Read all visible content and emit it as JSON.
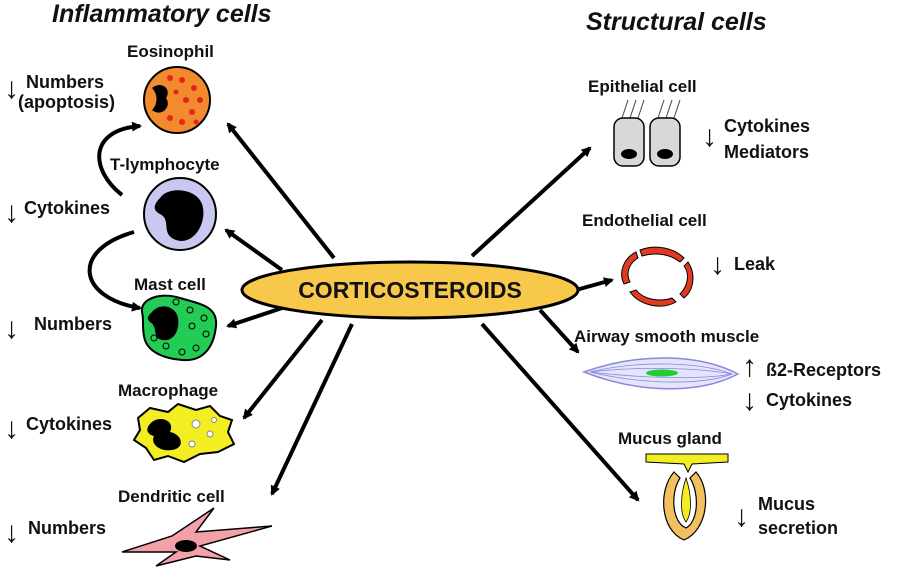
{
  "headings": {
    "left": "Inflammatory cells",
    "right": "Structural cells"
  },
  "center": {
    "label": "CORTICOSTEROIDS"
  },
  "symbols": {
    "down": "↓",
    "up": "↑"
  },
  "inflammatory": {
    "eosinophil": {
      "name": "Eosinophil",
      "effect_line1": "Numbers",
      "effect_line2": "(apoptosis)"
    },
    "t_lymphocyte": {
      "name": "T-lymphocyte",
      "effect": "Cytokines"
    },
    "mast_cell": {
      "name": "Mast cell",
      "effect": "Numbers"
    },
    "macrophage": {
      "name": "Macrophage",
      "effect": "Cytokines"
    },
    "dendritic_cell": {
      "name": "Dendritic cell",
      "effect": "Numbers"
    }
  },
  "structural": {
    "epithelial_cell": {
      "name": "Epithelial cell",
      "effect_line1": "Cytokines",
      "effect_line2": "Mediators"
    },
    "endothelial_cell": {
      "name": "Endothelial cell",
      "effect": "Leak"
    },
    "airway_smooth_muscle": {
      "name": "Airway smooth muscle",
      "effect_up": "ß2-Receptors",
      "effect_down": "Cytokines"
    },
    "mucus_gland": {
      "name": "Mucus gland",
      "effect_line1": "Mucus",
      "effect_line2": "secretion"
    }
  },
  "colors": {
    "eosinophil": "#f28a2e",
    "eosinophil_granule": "#e8231b",
    "lymphocyte": "#c8c8f0",
    "mast_cell": "#22cc55",
    "macrophage": "#f2ee22",
    "dendritic_cell": "#f4a0a8",
    "center_fill": "#f7c84a",
    "epithelium": "#d8d8d8",
    "endothelium": "#e03a20",
    "smooth_muscle": "#8888dd",
    "smooth_muscle_nucleus": "#22cc33",
    "mucus_gland": "#f2c060",
    "mucus": "#f2ee22"
  }
}
